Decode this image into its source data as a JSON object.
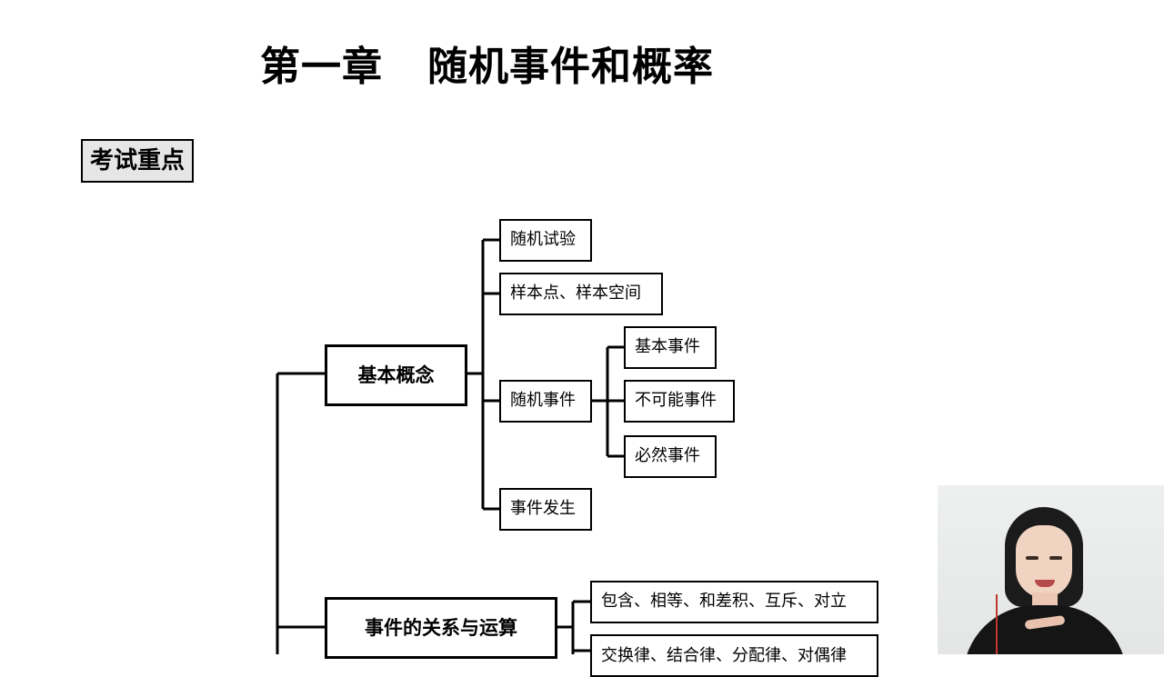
{
  "title": "第一章   随机事件和概率",
  "section_label": "考试重点",
  "nodes": {
    "basic_concepts": "基本概念",
    "random_experiment": "随机试验",
    "sample_points": "样本点、样本空间",
    "random_event": "随机事件",
    "elementary_event": "基本事件",
    "impossible_event": "不可能事件",
    "certain_event": "必然事件",
    "event_occurrence": "事件发生",
    "relations_operations": "事件的关系与运算",
    "relations_list": "包含、相等、和差积、互斥、对立",
    "laws_list": "交换律、结合律、分配律、对偶律"
  }
}
